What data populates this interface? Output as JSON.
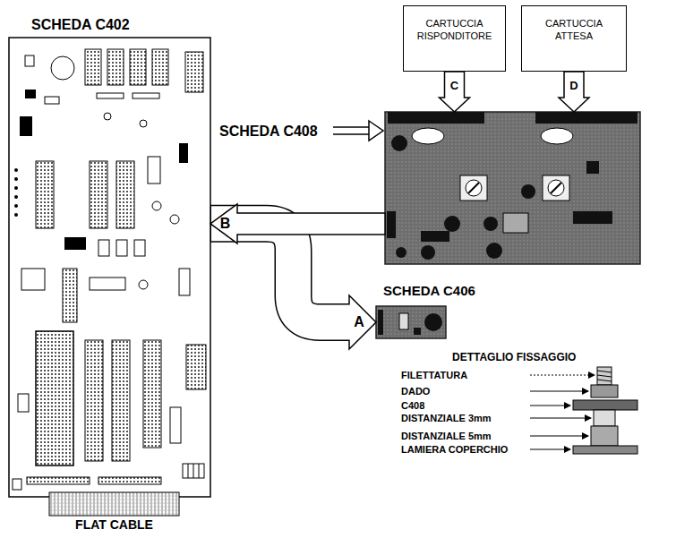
{
  "diagram": {
    "nodes": [
      {
        "text": [
          "CARTUCCIA RISPONDITORE"
        ]
      },
      {
        "text": [
          "CARTUCCIA ATTESA"
        ]
      },
      {
        "text": [
          "SCHEDA C402"
        ]
      },
      {
        "text": [
          "SCHEDA C408"
        ]
      },
      {
        "text": [
          "SCHEDA C406"
        ]
      },
      {
        "text": [
          "FLAT CABLE"
        ]
      }
    ],
    "edges": [
      {
        "from": 0,
        "to": 3,
        "label": "C",
        "arrow": "to"
      },
      {
        "from": 1,
        "to": 3,
        "label": "D",
        "arrow": "to"
      },
      {
        "from": 3,
        "to": 2,
        "label": "B",
        "arrow": "to"
      },
      {
        "from": 2,
        "to": 4,
        "label": "A",
        "arrow": "to"
      }
    ],
    "labels": [
      "DETTAGLIO FISSAGGIO",
      "FILETTATURA",
      "DADO",
      "C408",
      "DISTANZIALE 3mm",
      "DISTANZIALE 5mm",
      "LAMIERA COPERCHIO"
    ]
  }
}
